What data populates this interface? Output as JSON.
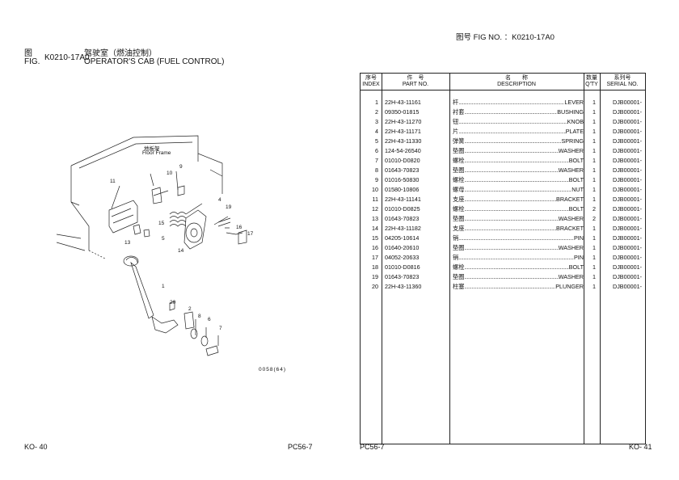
{
  "left": {
    "fig_label_cn": "图",
    "fig_label_en": "FIG.",
    "fig_number": "K0210-17A0",
    "title_cn": "驾驶室（燃油控制）",
    "title_en": "OPERATOR'S CAB (FUEL CONTROL)",
    "floor_frame_cn": "地板架",
    "floor_frame_en": "Floor Frame",
    "callouts": [
      "1",
      "2",
      "4",
      "5",
      "6",
      "7",
      "8",
      "9",
      "10",
      "11",
      "13",
      "14",
      "15",
      "16",
      "17",
      "19",
      "20"
    ],
    "drawing_code": "0058(64)",
    "page_left": "KO- 40",
    "model_right": "PC56-7"
  },
  "right": {
    "fig_header": "图号 FIG NO. ：K0210-17A0",
    "headers": {
      "index_cn": "序号",
      "index_en": "INDEX",
      "part_cn": "件　号",
      "part_en": "PART NO.",
      "desc_cn": "名　　称",
      "desc_en": "DESCRIPTION",
      "qty_cn": "数量",
      "qty_en": "Q'TY",
      "serial_cn": "系列号",
      "serial_en": "SERIAL NO."
    },
    "rows": [
      {
        "index": "1",
        "part": "22H-43-11161",
        "cn": "杆",
        "en": "LEVER",
        "qty": "1",
        "serial": "DJB00001-"
      },
      {
        "index": "2",
        "part": "09350-01815",
        "cn": "衬套",
        "en": "BUSHING",
        "qty": "1",
        "serial": "DJB00001-"
      },
      {
        "index": "3",
        "part": "22H-43-11270",
        "cn": "钮",
        "en": "KNOB",
        "qty": "1",
        "serial": "DJB00001-"
      },
      {
        "index": "4",
        "part": "22H-43-11171",
        "cn": "片",
        "en": "PLATE",
        "qty": "1",
        "serial": "DJB00001-"
      },
      {
        "index": "5",
        "part": "22H-43-11330",
        "cn": "弹簧",
        "en": "SPRING",
        "qty": "1",
        "serial": "DJB00001-"
      },
      {
        "index": "6",
        "part": "124-54-26540",
        "cn": "垫圈",
        "en": "WASHER",
        "qty": "1",
        "serial": "DJB00001-"
      },
      {
        "index": "7",
        "part": "01010-D0820",
        "cn": "螺栓",
        "en": "BOLT",
        "qty": "1",
        "serial": "DJB00001-"
      },
      {
        "index": "8",
        "part": "01643-70823",
        "cn": "垫圈",
        "en": "WASHER",
        "qty": "1",
        "serial": "DJB00001-"
      },
      {
        "index": "9",
        "part": "01016-50830",
        "cn": "螺栓",
        "en": "BOLT",
        "qty": "1",
        "serial": "DJB00001-"
      },
      {
        "index": "10",
        "part": "01580-10806",
        "cn": "螺母",
        "en": "NUT",
        "qty": "1",
        "serial": "DJB00001-"
      },
      {
        "index": "11",
        "part": "22H-43-11141",
        "cn": "支座",
        "en": "BRACKET",
        "qty": "1",
        "serial": "DJB00001-"
      },
      {
        "index": "12",
        "part": "01010-D0825",
        "cn": "螺栓",
        "en": "BOLT",
        "qty": "2",
        "serial": "DJB00001-"
      },
      {
        "index": "13",
        "part": "01643-70823",
        "cn": "垫圈",
        "en": "WASHER",
        "qty": "2",
        "serial": "DJB00001-"
      },
      {
        "index": "14",
        "part": "22H-43-11182",
        "cn": "支座",
        "en": "BRACKET",
        "qty": "1",
        "serial": "DJB00001-"
      },
      {
        "index": "15",
        "part": "04205-10614",
        "cn": "销",
        "en": "PIN",
        "qty": "1",
        "serial": "DJB00001-"
      },
      {
        "index": "16",
        "part": "01640-20610",
        "cn": "垫圈",
        "en": "WASHER",
        "qty": "1",
        "serial": "DJB00001-"
      },
      {
        "index": "17",
        "part": "04052-20633",
        "cn": "销",
        "en": "PIN",
        "qty": "1",
        "serial": "DJB00001-"
      },
      {
        "index": "18",
        "part": "01010-D0816",
        "cn": "螺栓",
        "en": "BOLT",
        "qty": "1",
        "serial": "DJB00001-"
      },
      {
        "index": "19",
        "part": "01643-70823",
        "cn": "垫圈",
        "en": "WASHER",
        "qty": "1",
        "serial": "DJB00001-"
      },
      {
        "index": "20",
        "part": "22H-43-11360",
        "cn": "柱塞",
        "en": "PLUNGER",
        "qty": "1",
        "serial": "DJB00001-"
      }
    ],
    "model_left": "PC56-7",
    "page_right": "KO- 41"
  }
}
